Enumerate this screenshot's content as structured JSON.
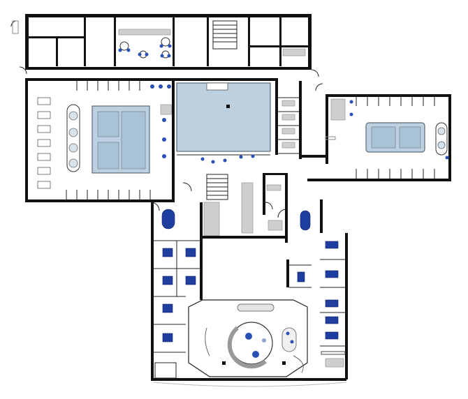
{
  "drawing": {
    "type": "architectural-floor-plan",
    "colors": {
      "wall": "#111111",
      "pool_water": "#bcd0e0",
      "treatment_bed": "#1f3fa0",
      "fixtures": "#cfcfcf",
      "background": "#ffffff"
    },
    "zones": [
      "north-service-rooms",
      "west-pool-hall",
      "central-main-pool",
      "east-pool-wing",
      "central-circulation",
      "west-treatment-wing",
      "east-treatment-wing",
      "south-lounge"
    ],
    "icons": [
      "pool-icon",
      "treatment-bed-icon",
      "lounger-icon",
      "door-swing-icon",
      "stair-icon",
      "round-table-icon"
    ]
  }
}
